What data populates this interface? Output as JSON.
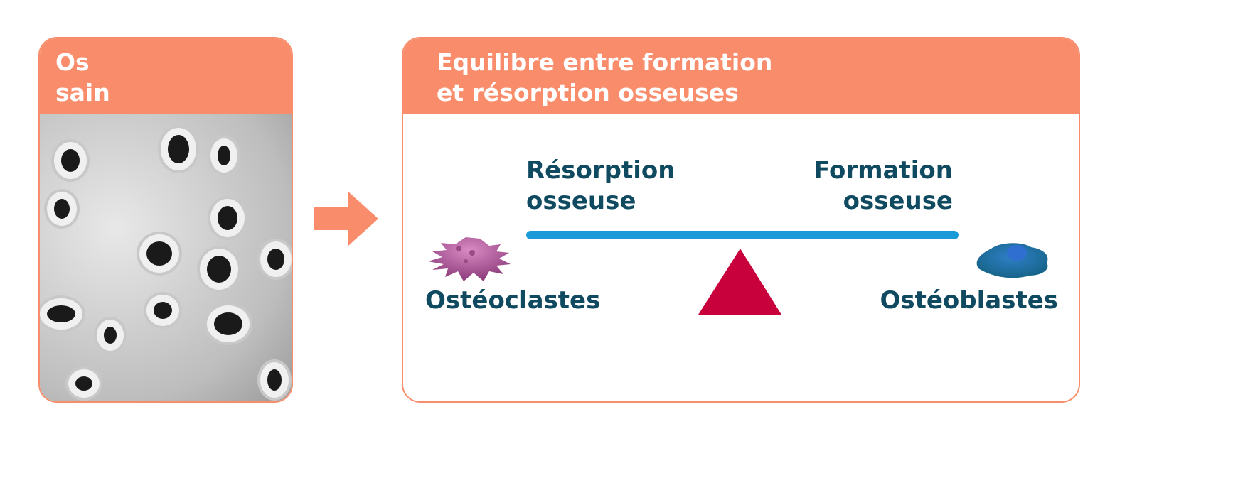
{
  "left_card": {
    "title_line1": "Os",
    "title_line2": "sain"
  },
  "right_card": {
    "title_line1": "Equilibre entre formation",
    "title_line2": "et résorption osseuses"
  },
  "resorption": {
    "line1": "Résorption",
    "line2": "osseuse"
  },
  "formation": {
    "line1": "Formation",
    "line2": "osseuse"
  },
  "osteoclastes": "Ostéoclastes",
  "osteoblastes": "Ostéoblastes",
  "colors": {
    "accent": "#f98d6b",
    "text": "#0f4a60",
    "beam": "#1a9ad6",
    "fulcrum": "#c8003c"
  }
}
